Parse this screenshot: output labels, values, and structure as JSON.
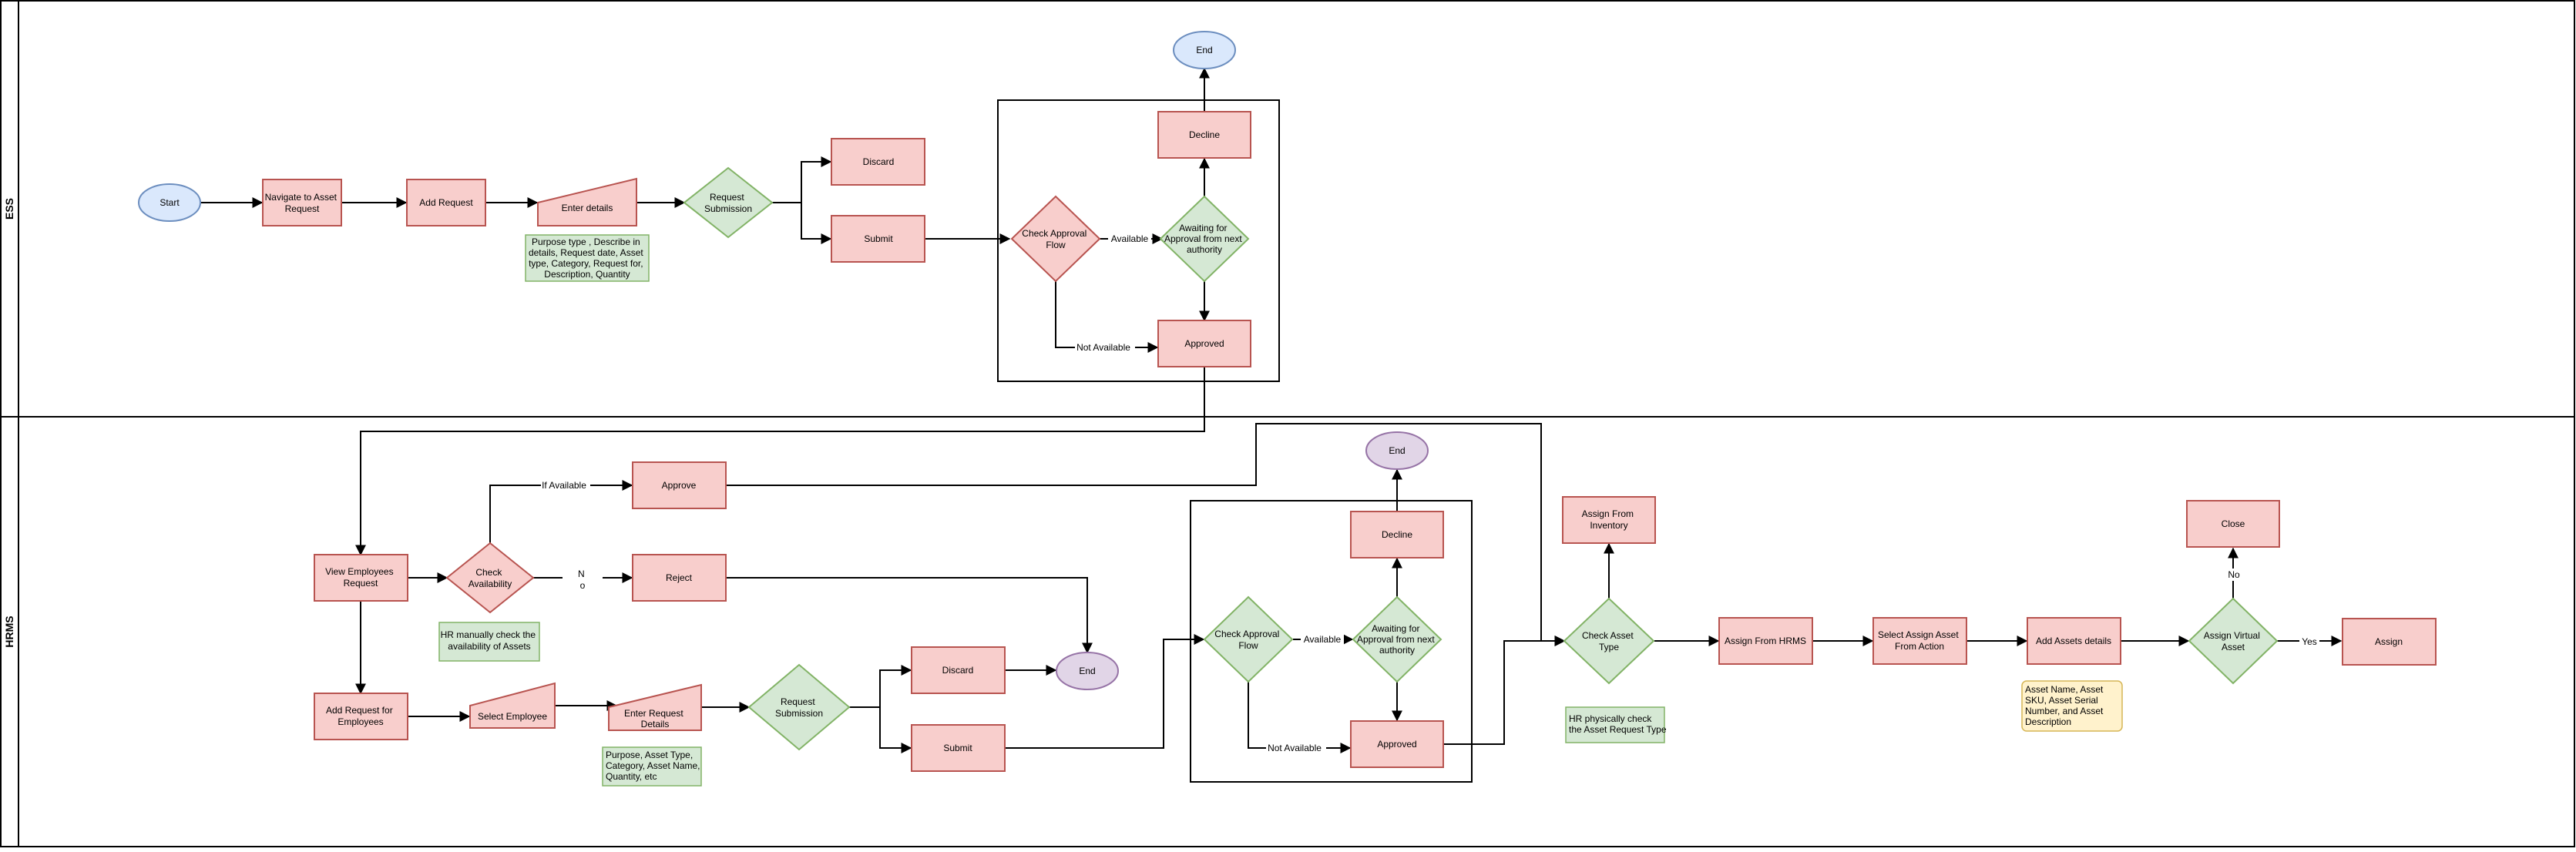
{
  "lanes": {
    "ess": "ESS",
    "hrms": "HRMS"
  },
  "ess": {
    "start": "Start",
    "navigate": [
      "Navigate to Asset",
      "Request"
    ],
    "add_request": "Add Request",
    "enter_details": "Enter details",
    "request_submission": [
      "Request",
      "Submission"
    ],
    "discard": "Discard",
    "submit": "Submit",
    "note": [
      "Purpose type , Describe in",
      "details, Request date, Asset",
      "type, Category, Request for,",
      "Description, Quantity"
    ],
    "check_approval": [
      "Check Approval",
      "Flow"
    ],
    "awaiting": [
      "Awaiting for",
      "Approval from next",
      "authority"
    ],
    "decline": "Decline",
    "end": "End",
    "approved": "Approved",
    "edge_available": "Available",
    "edge_not_available": "Not Available"
  },
  "hrms": {
    "view_employees": [
      "View Employees",
      "Request"
    ],
    "check_availability": [
      "Check",
      "Availability"
    ],
    "edge_if_available": "If Available",
    "edge_not_available": "Not Available",
    "approve": "Approve",
    "reject": "Reject",
    "note_hr_check": [
      "HR manually check the",
      "availability of Assets"
    ],
    "add_request_emp": [
      "Add Request for",
      "Employees"
    ],
    "select_employee": "Select Employee",
    "enter_request_details": [
      "Enter Request",
      "Details"
    ],
    "note_purpose": [
      "Purpose, Asset Type,",
      "Category, Asset Name,",
      "Quantity, etc"
    ],
    "request_submission": [
      "Request",
      "Submission"
    ],
    "discard": "Discard",
    "submit": "Submit",
    "end_mid": "End",
    "check_approval": [
      "Check Approval",
      "Flow"
    ],
    "edge_available": "Available",
    "awaiting": [
      "Awaiting for",
      "Approval from next",
      "authority"
    ],
    "decline": "Decline",
    "end_top": "End",
    "approved": "Approved",
    "check_asset_type": [
      "Check Asset",
      "Type"
    ],
    "assign_inventory": [
      "Assign From",
      "Inventory"
    ],
    "note_physical": [
      "HR physically check",
      "the Asset Request Type"
    ],
    "assign_hrms": "Assign From HRMS",
    "select_assign": [
      "Select Assign Asset",
      "From Action"
    ],
    "add_assets_details": "Add Assets details",
    "note_assets": [
      "Asset Name, Asset",
      "SKU, Asset Serial",
      "Number, and Asset",
      "Description"
    ],
    "assign_virtual": [
      "Assign Virtual",
      "Asset"
    ],
    "edge_no": "No",
    "edge_yes": "Yes",
    "close": "Close",
    "assign": "Assign"
  }
}
